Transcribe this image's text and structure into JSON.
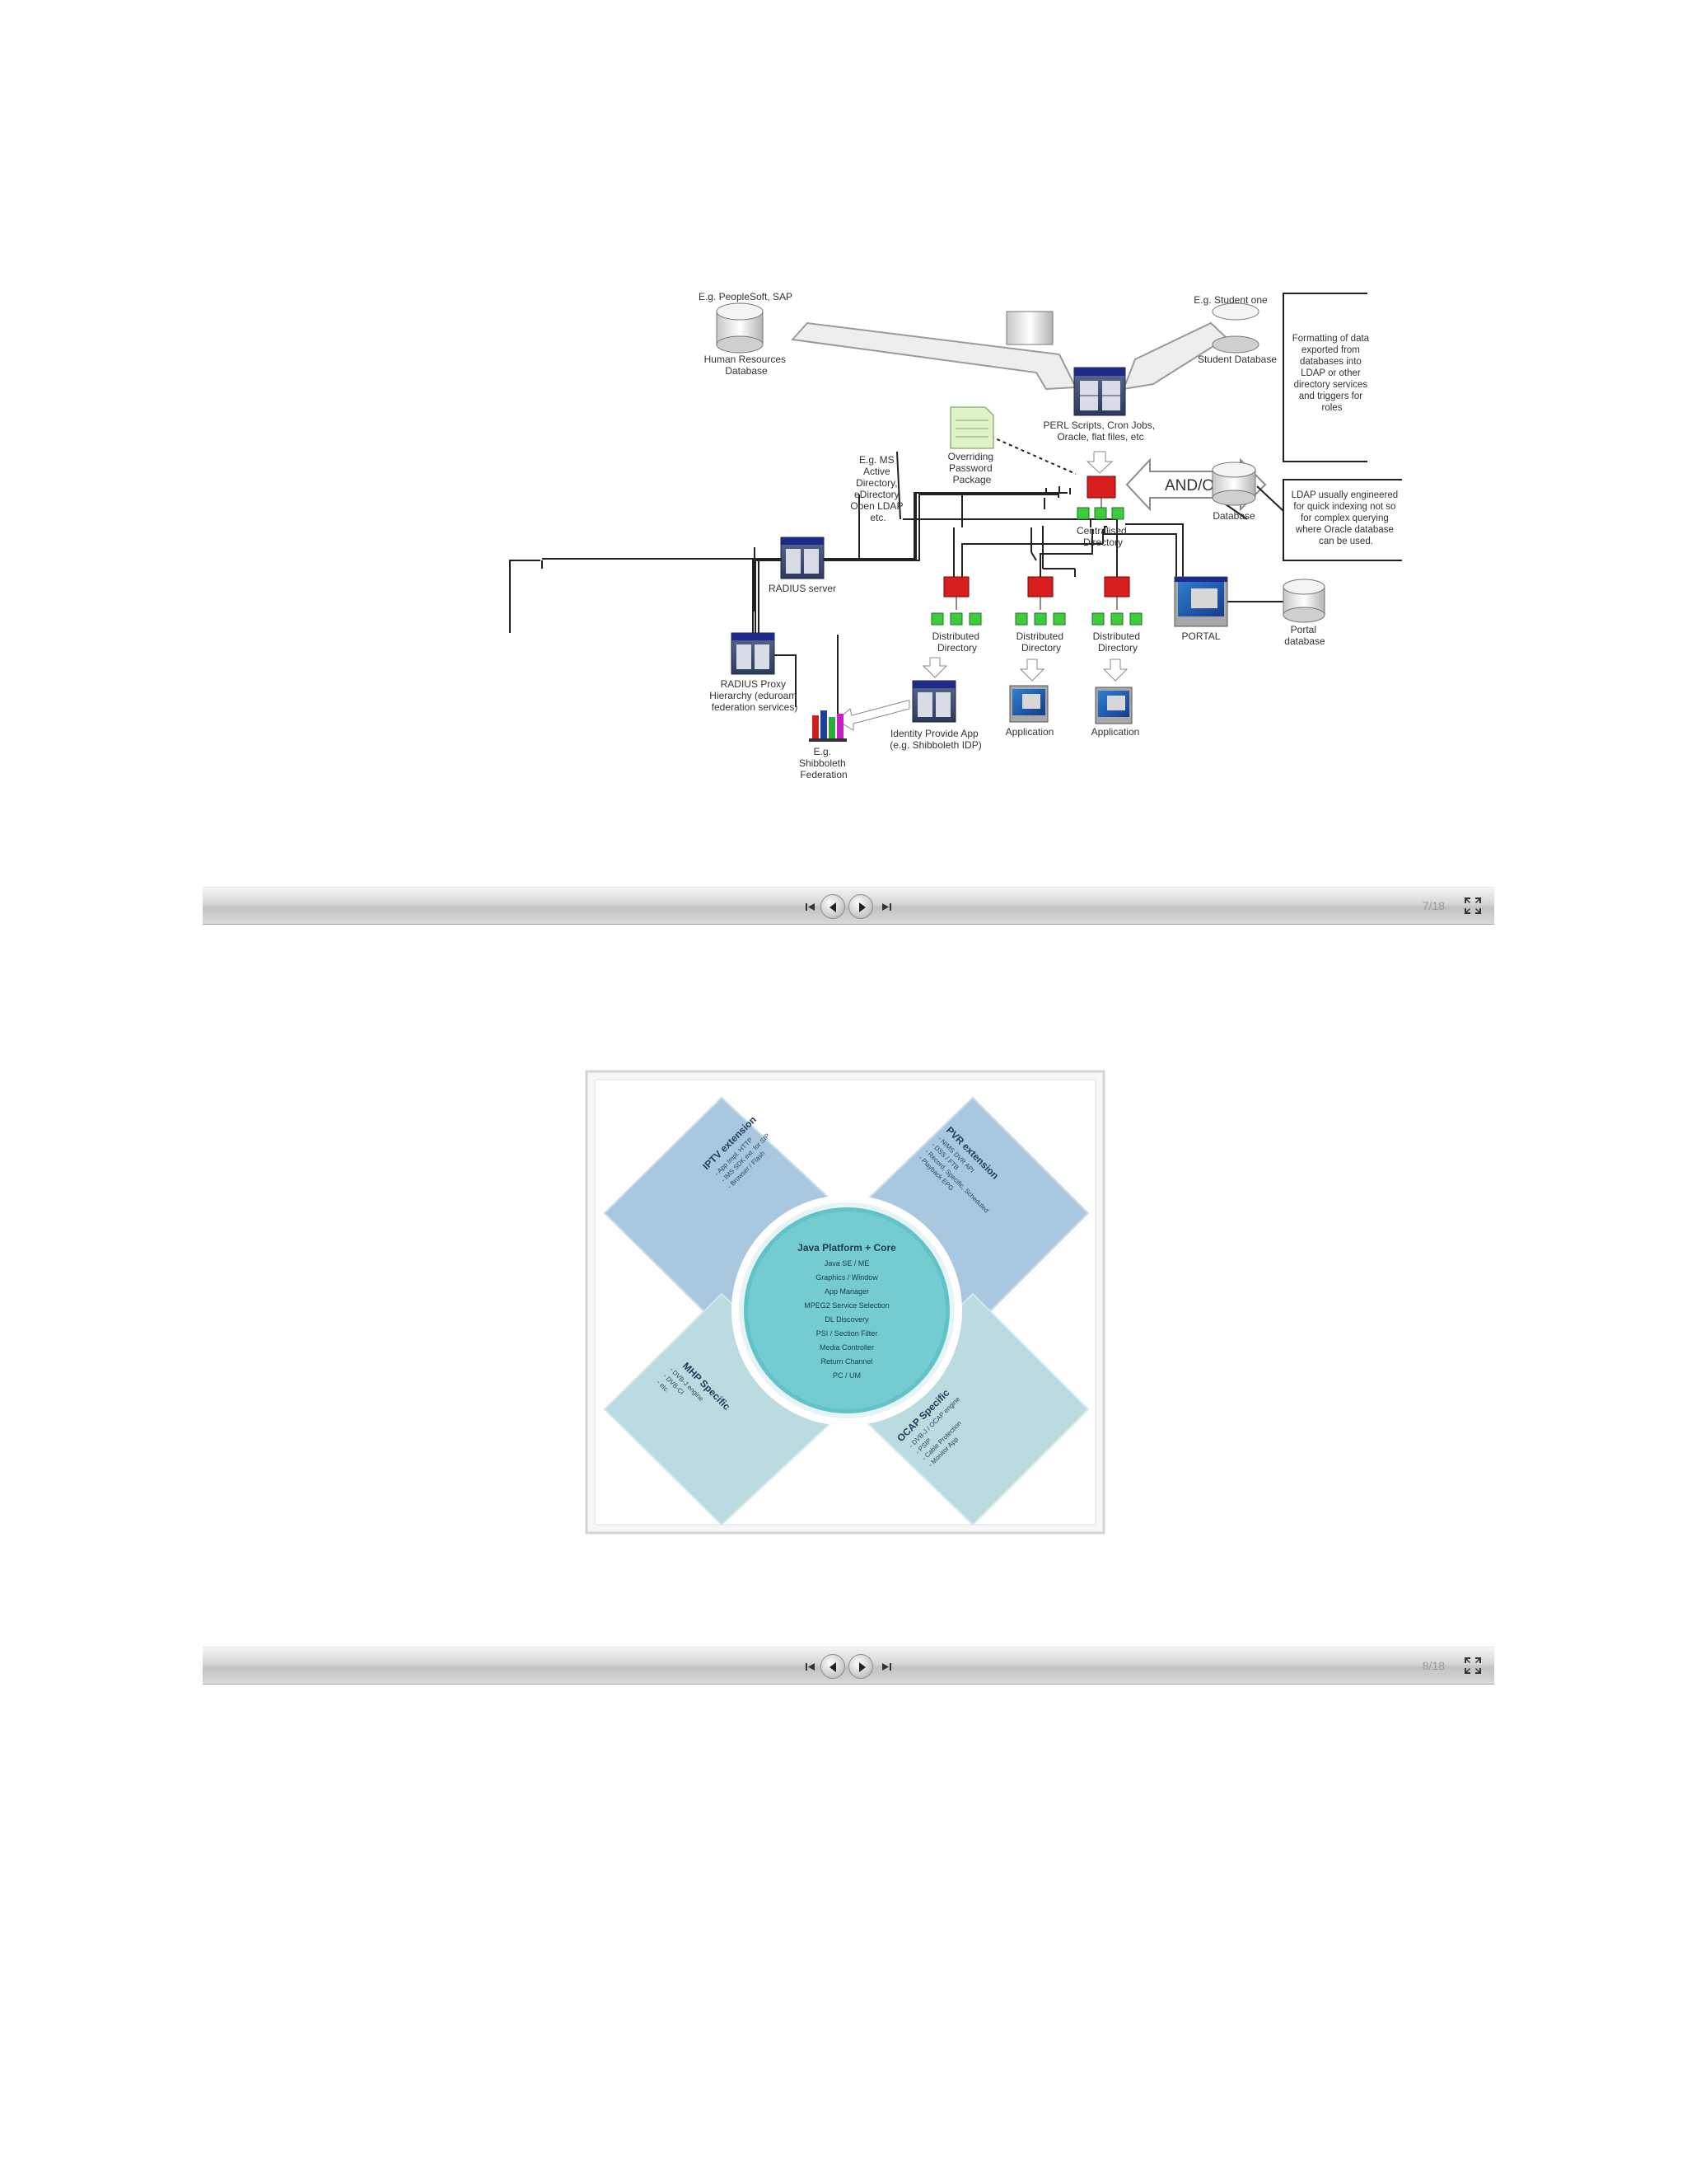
{
  "slides": [
    {
      "page_indicator": "7/18",
      "diagram": {
        "labels": {
          "hr_example": "E.g. PeopleSoft, SAP",
          "hr_db": [
            "Human Resources",
            "Database"
          ],
          "student_example": "E.g. Student one",
          "student_db": "Student Database",
          "formatting_note": [
            "Formatting of data",
            "exported from",
            "databases into",
            "LDAP or other",
            "directory services",
            "and triggers for",
            "roles"
          ],
          "perl": [
            "PERL Scripts, Cron Jobs,",
            "Oracle, flat files, etc"
          ],
          "password": [
            "Overriding",
            "Password",
            "Package"
          ],
          "ms_example": [
            "E.g. MS",
            "Active",
            "Directory,",
            "eDirectory",
            "Open LDAP",
            "etc."
          ],
          "and_or": "AND/OR",
          "database": "Database",
          "ldap_note": [
            "LDAP usually engineered",
            "for quick indexing not so",
            "for complex querying",
            "where Oracle database",
            "can be used."
          ],
          "centralised": [
            "Centralised",
            "Directory"
          ],
          "radius_server": "RADIUS server",
          "radius_proxy": [
            "RADIUS Proxy",
            "Hierarchy (eduroam",
            "federation services)"
          ],
          "distributed": [
            "Distributed",
            "Directory"
          ],
          "portal": "PORTAL",
          "portal_db": [
            "Portal",
            "database"
          ],
          "idp": [
            "Identity Provide App",
            "(e.g. Shibboleth IDP)"
          ],
          "shib": [
            "E.g.",
            "Shibboleth",
            "Federation"
          ],
          "application": "Application"
        }
      }
    },
    {
      "page_indicator": "8/18",
      "diagram": {
        "center": {
          "title": "Java Platform + Core",
          "lines": [
            "Java SE / ME",
            "Graphics / Window",
            "App Manager",
            "MPEG2 Service Selection",
            "DL Discovery",
            "PSI / Section Filter",
            "Media Controller",
            "Return Channel",
            "PC / UM"
          ]
        },
        "quadrants": [
          {
            "title": "IPTV extension",
            "lines": [
              "- App Impl. HTTP",
              "- IMS SDK ext. for SIP",
              "- Browser / Flash"
            ]
          },
          {
            "title": "PVR extension",
            "lines": [
              "- NIMS DVR API",
              "- DSS / FTB",
              "- Record, Specific, Scheduled",
              "- Playback EPG"
            ]
          },
          {
            "title": "MHP Specific",
            "lines": [
              "- DVB-J engine",
              "- DVB-CI",
              "- etc."
            ]
          },
          {
            "title": "OCAP Specific",
            "lines": [
              "- DVB-J / OCAP engine",
              "- PSIP",
              "- Cable Protection",
              "- Monitor App"
            ]
          }
        ]
      }
    }
  ],
  "icons": {
    "first": "skip-to-start-icon",
    "prev": "previous-slide-icon",
    "next": "next-slide-icon",
    "last": "skip-to-end-icon",
    "fullscreen": "fullscreen-icon"
  }
}
